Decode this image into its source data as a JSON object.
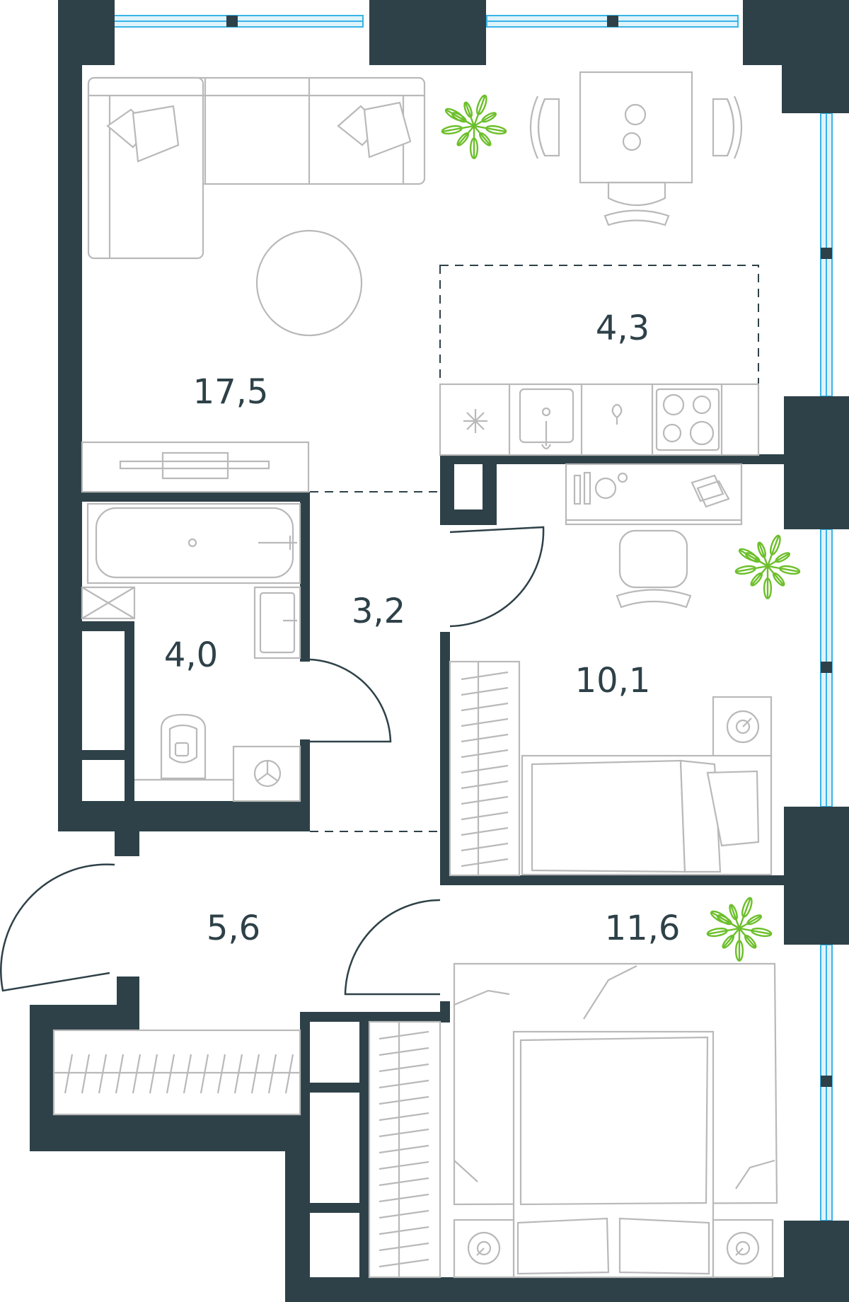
{
  "floor_plan": {
    "rooms": [
      {
        "id": "living",
        "area": "17,5"
      },
      {
        "id": "kitchen",
        "area": "4,3"
      },
      {
        "id": "bathroom",
        "area": "4,0"
      },
      {
        "id": "hallway",
        "area": "3,2"
      },
      {
        "id": "bedroom-small",
        "area": "10,1"
      },
      {
        "id": "entrance-hall",
        "area": "5,6"
      },
      {
        "id": "bedroom-large",
        "area": "11,6"
      }
    ]
  },
  "colors": {
    "wall": "#2e4148",
    "furniture_outline": "#b9b9b9",
    "window": "#39b4e6",
    "plant": "#6cbf2a",
    "label": "#2e4148"
  },
  "icons": [
    "sofa-icon",
    "pillow-icon",
    "round-table-icon",
    "dining-table-icon",
    "chair-icon",
    "plant-icon",
    "stove-icon",
    "sink-icon",
    "bathtub-icon",
    "toilet-icon",
    "washing-machine-icon",
    "desk-icon",
    "bed-icon",
    "wardrobe-icon",
    "nightstand-icon",
    "tv-unit-icon"
  ]
}
